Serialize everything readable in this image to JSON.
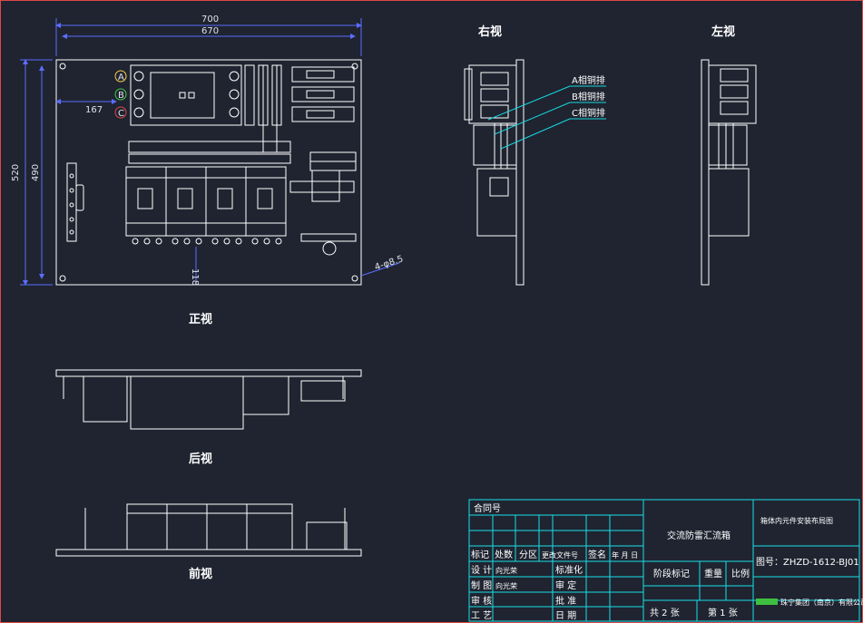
{
  "views": {
    "front": "正视",
    "right": "右视",
    "left": "左视",
    "back": "后视",
    "bottom": "前视"
  },
  "dimensions": {
    "width_outer": "700",
    "width_inner": "670",
    "height_outer": "520",
    "height_inner": "490",
    "offset": "167",
    "bottom_gap": "118",
    "holes": "4-φ8.5"
  },
  "busbars": [
    "A相铜排",
    "B相铜排",
    "C相铜排"
  ],
  "phase_marks": [
    "A",
    "B",
    "C"
  ],
  "title_block": {
    "contract": "合同号",
    "product": "交流防雷汇流箱",
    "drawing_title": "箱体内元件安装布局图",
    "drawing_no": "图号：ZHZD-1612-BJ01",
    "header_row": [
      "标记",
      "处数",
      "分区",
      "更改文件号",
      "签名",
      "年 月 日"
    ],
    "roles_left": [
      "设  计",
      "制  图",
      "审  核",
      "工  艺"
    ],
    "designer": "向光荣",
    "drafter": "向光荣",
    "roles_mid": [
      "标准化",
      "审  定",
      "批  准",
      "日  期"
    ],
    "stage": "阶段标记",
    "weight": "重量",
    "scale": "比例",
    "sheets_total": "共  2  张",
    "sheet_no": "第  1  张",
    "company": "珠宁集团（南京）有限公司"
  },
  "colors": {
    "background": "#1f2430",
    "line": "#ffffff",
    "dimension": "#5b6dff",
    "table": "#17e0e8",
    "frame": "#e04848",
    "leader": "#17d8e0"
  }
}
